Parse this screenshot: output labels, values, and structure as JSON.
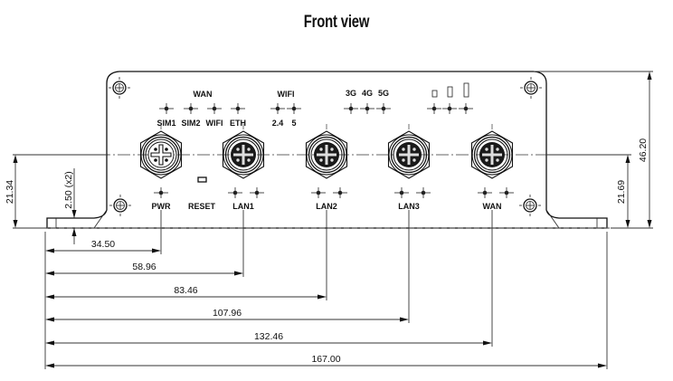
{
  "title": "Front view",
  "led_groups": {
    "wan": {
      "heading": "WAN",
      "leds": [
        "SIM1",
        "SIM2",
        "WIFI",
        "ETH"
      ]
    },
    "wifi": {
      "heading": "WIFI",
      "leds": [
        "2.4",
        "5"
      ]
    },
    "cellular": {
      "leds": [
        "3G",
        "4G",
        "5G"
      ]
    },
    "signal": {
      "leds": [
        "signal-bar-1",
        "signal-bar-2",
        "signal-bar-3"
      ]
    }
  },
  "ports": [
    {
      "label": "PWR",
      "type": "m12-power"
    },
    {
      "label": "LAN1",
      "type": "m12-ethernet"
    },
    {
      "label": "LAN2",
      "type": "m12-ethernet"
    },
    {
      "label": "LAN3",
      "type": "m12-ethernet"
    },
    {
      "label": "WAN",
      "type": "m12-ethernet"
    }
  ],
  "reset_label": "RESET",
  "dimensions": {
    "horizontal": [
      "34.50",
      "58.96",
      "83.46",
      "107.96",
      "132.46",
      "167.00"
    ],
    "connector_height": "21.34",
    "flange_thickness": "2.50 (x2)",
    "right_connector_height": "21.69",
    "total_height": "46.20"
  }
}
